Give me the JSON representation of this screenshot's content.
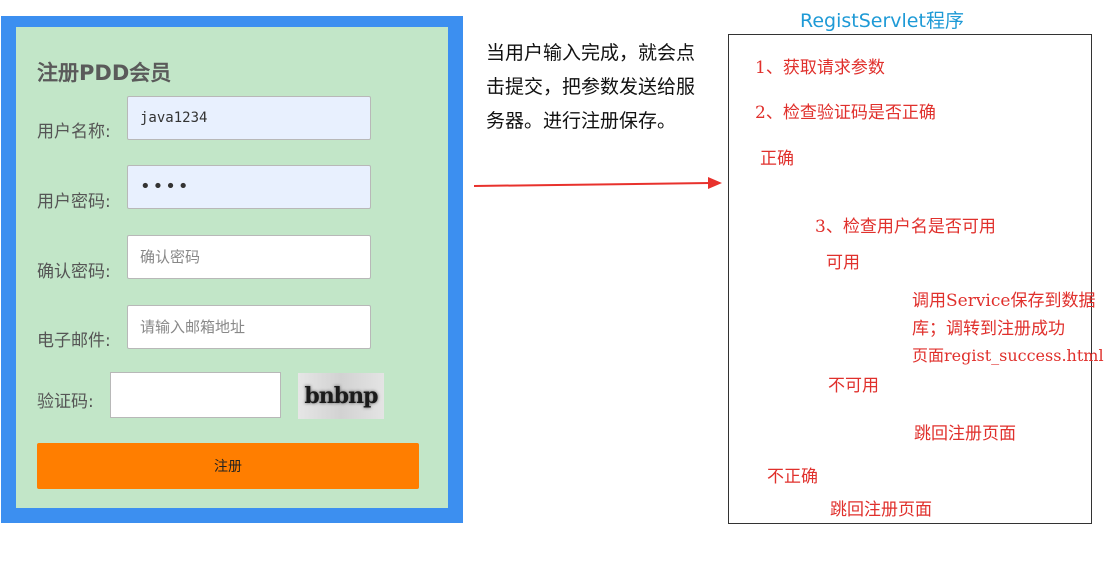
{
  "form": {
    "title": "注册PDD会员",
    "fields": [
      {
        "label": "用户名称:",
        "value": "java1234",
        "placeholder": ""
      },
      {
        "label": "用户密码:",
        "value": "••••",
        "placeholder": ""
      },
      {
        "label": "确认密码:",
        "value": "",
        "placeholder": "确认密码"
      },
      {
        "label": "电子邮件:",
        "value": "",
        "placeholder": "请输入邮箱地址"
      }
    ],
    "captcha_label": "验证码:",
    "captcha_value": "",
    "captcha_image_text": "bnbnp",
    "submit_label": "注册"
  },
  "description": "当用户输入完成，就会点击提交，把参数发送给服务器。进行注册保存。",
  "servlet": {
    "title": "RegistServlet程序",
    "step1": "1、获取请求参数",
    "step2": "2、检查验证码是否正确",
    "correct": "正确",
    "step3": "3、检查用户名是否可用",
    "available": "可用",
    "save_line1": "调用Service保存到数据",
    "save_line2": "库；调转到注册成功",
    "save_line3": "页面regist_success.html",
    "not_available": "不可用",
    "back_to_register_1": "跳回注册页面",
    "incorrect": "不正确",
    "back_to_register_2": "跳回注册页面"
  },
  "colors": {
    "form_border": "#3c8ff0",
    "form_background": "#c2e6c8",
    "submit_button": "#ff7e00",
    "arrow": "#e8312c",
    "servlet_text": "#e0302c",
    "servlet_title": "#1e9ad6"
  }
}
